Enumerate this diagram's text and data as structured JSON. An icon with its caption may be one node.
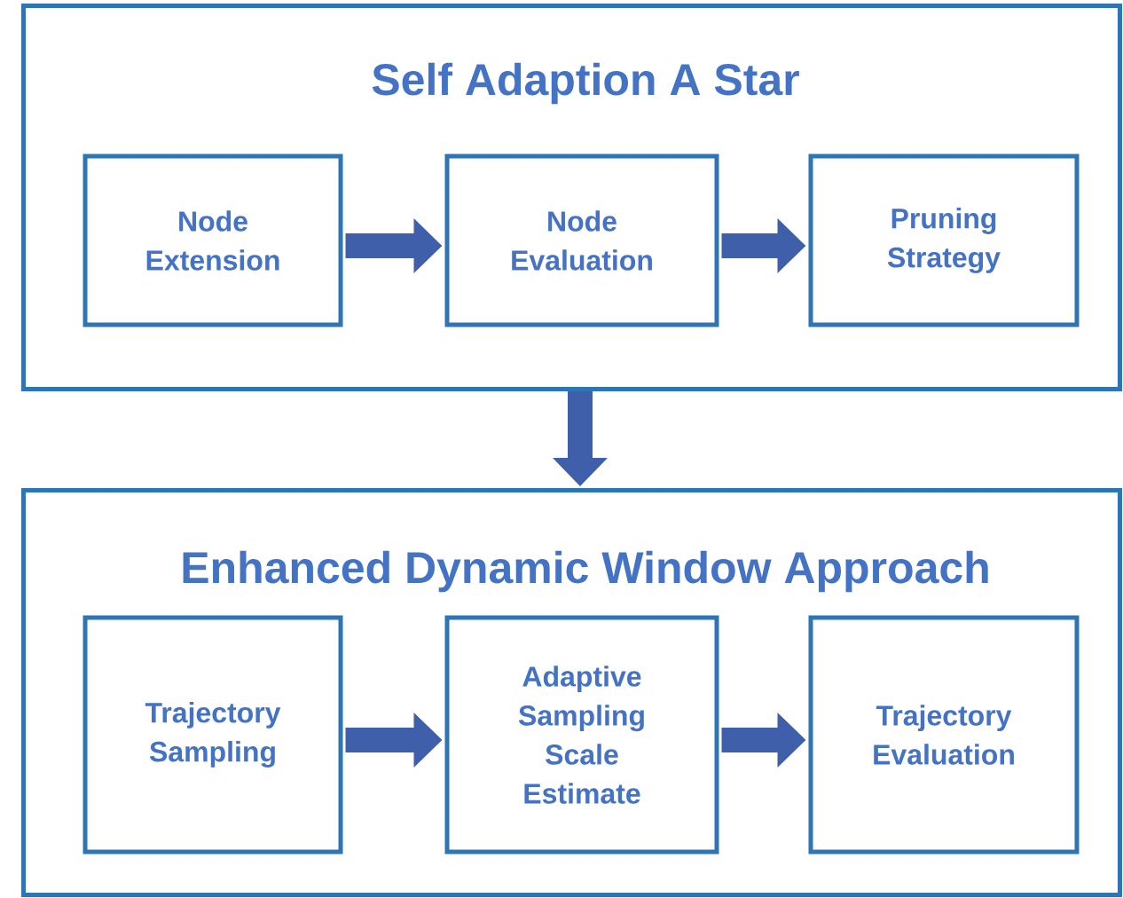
{
  "diagram": {
    "nodes": [
      {
        "text": [
          "Self Adaption A Star"
        ]
      },
      {
        "text": [
          "Node Extension"
        ],
        "in": 0
      },
      {
        "text": [
          "Node Evaluation"
        ],
        "in": 0
      },
      {
        "text": [
          "Pruning Strategy"
        ],
        "in": 0
      },
      {
        "text": [
          "Enhanced Dynamic Window Approach"
        ]
      },
      {
        "text": [
          "Trajectory Sampling"
        ],
        "in": 4
      },
      {
        "text": [
          "Adaptive Sampling Scale Estimate"
        ],
        "in": 4
      },
      {
        "text": [
          "Trajectory Evaluation"
        ],
        "in": 4
      }
    ],
    "edges": [
      {
        "from": 1,
        "to": 2,
        "arrow": "to"
      },
      {
        "from": 2,
        "to": 3,
        "arrow": "to"
      },
      {
        "from": 0,
        "to": 4,
        "arrow": "to"
      },
      {
        "from": 5,
        "to": 6,
        "arrow": "to"
      },
      {
        "from": 6,
        "to": 7,
        "arrow": "to"
      }
    ]
  }
}
